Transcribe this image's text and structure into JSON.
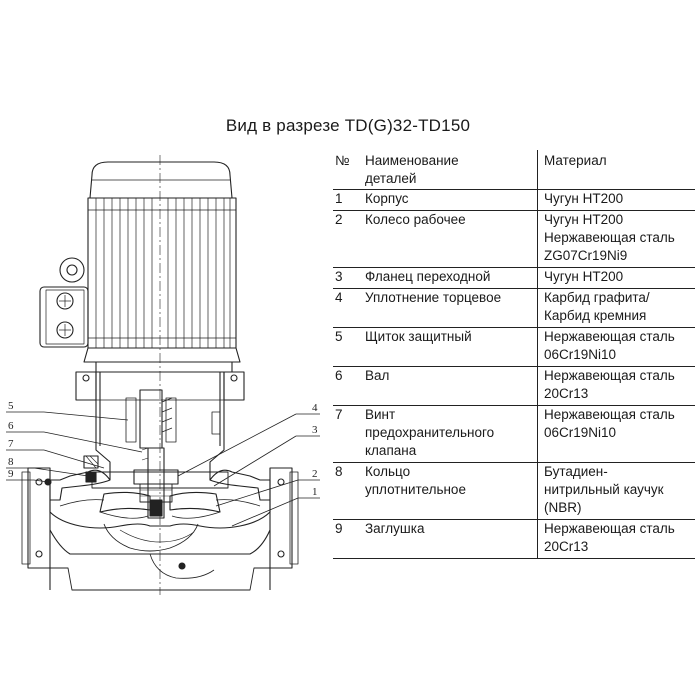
{
  "title": "Вид в разрезе TD(G)32-TD150",
  "table": {
    "headers": {
      "no": "№",
      "name_line1": "Наименование",
      "name_line2": "деталей",
      "material": "Материал"
    },
    "rows": [
      {
        "no": "1",
        "name": [
          "Корпус"
        ],
        "material": [
          "Чугун HT200"
        ]
      },
      {
        "no": "2",
        "name": [
          "Колесо рабочее"
        ],
        "material": [
          "Чугун HT200",
          "Нержавеющая сталь",
          "ZG07Cr19Ni9"
        ]
      },
      {
        "no": "3",
        "name": [
          "Фланец переходной"
        ],
        "material": [
          "Чугун HT200"
        ]
      },
      {
        "no": "4",
        "name": [
          "Уплотнение торцевое"
        ],
        "material": [
          "Карбид графита/",
          "Карбид кремния"
        ]
      },
      {
        "no": "5",
        "name": [
          "Щиток защитный"
        ],
        "material": [
          "Нержавеющая сталь",
          "06Cr19Ni10"
        ]
      },
      {
        "no": "6",
        "name": [
          "Вал"
        ],
        "material": [
          "Нержавеющая сталь",
          "20Cr13"
        ]
      },
      {
        "no": "7",
        "name": [
          "Винт",
          "предохранительного",
          "клапана"
        ],
        "material": [
          "Нержавеющая сталь",
          "06Cr19Ni10"
        ]
      },
      {
        "no": "8",
        "name": [
          "Кольцо",
          "уплотнительное"
        ],
        "material": [
          "Бутадиен-",
          "нитрильный каучук",
          "(NBR)"
        ]
      },
      {
        "no": "9",
        "name": [
          "Заглушка"
        ],
        "material": [
          "Нержавеющая сталь",
          "20Cr13"
        ]
      }
    ]
  },
  "callouts": [
    "1",
    "2",
    "3",
    "4",
    "5",
    "6",
    "7",
    "8",
    "9"
  ]
}
